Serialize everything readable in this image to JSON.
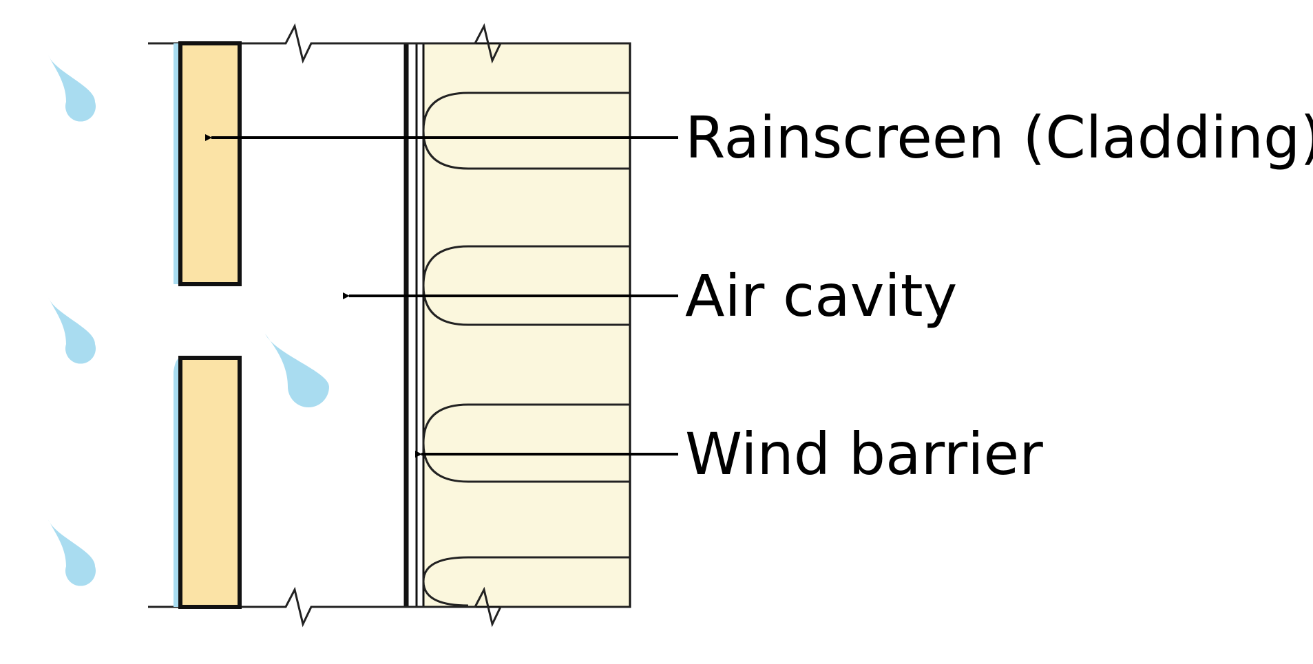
{
  "labels": {
    "rainscreen": "Rainscreen (Cladding)",
    "air_cavity": "Air cavity",
    "wind_barrier": "Wind barrier"
  },
  "colors": {
    "rain": "#a9dcf0",
    "cladding": "#fbe3a6",
    "insulation": "#fbf7dd",
    "line": "#000000",
    "background": "#ffffff"
  },
  "icons": {
    "drop": "raindrop-icon",
    "arrow": "arrow-left-icon"
  }
}
